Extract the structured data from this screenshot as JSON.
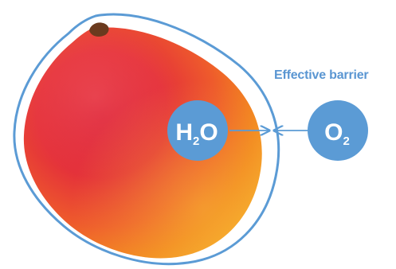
{
  "barrier_label": "Effective barrier",
  "h2o": {
    "main": "H",
    "sub": "2",
    "tail": "O"
  },
  "o2": {
    "main": "O",
    "sub": "2"
  },
  "colors": {
    "accent_blue": "#5b9bd5",
    "label_blue": "#5a96d2",
    "mango_red": "#e8283a",
    "mango_orange": "#f28a1e",
    "mango_yellow": "#f6b02a",
    "stem": "#6b3a1e"
  },
  "icons": {
    "arrow_o2_to_barrier": "arrow-left-icon",
    "arrow_h2o_to_barrier": "arrow-right-icon"
  }
}
